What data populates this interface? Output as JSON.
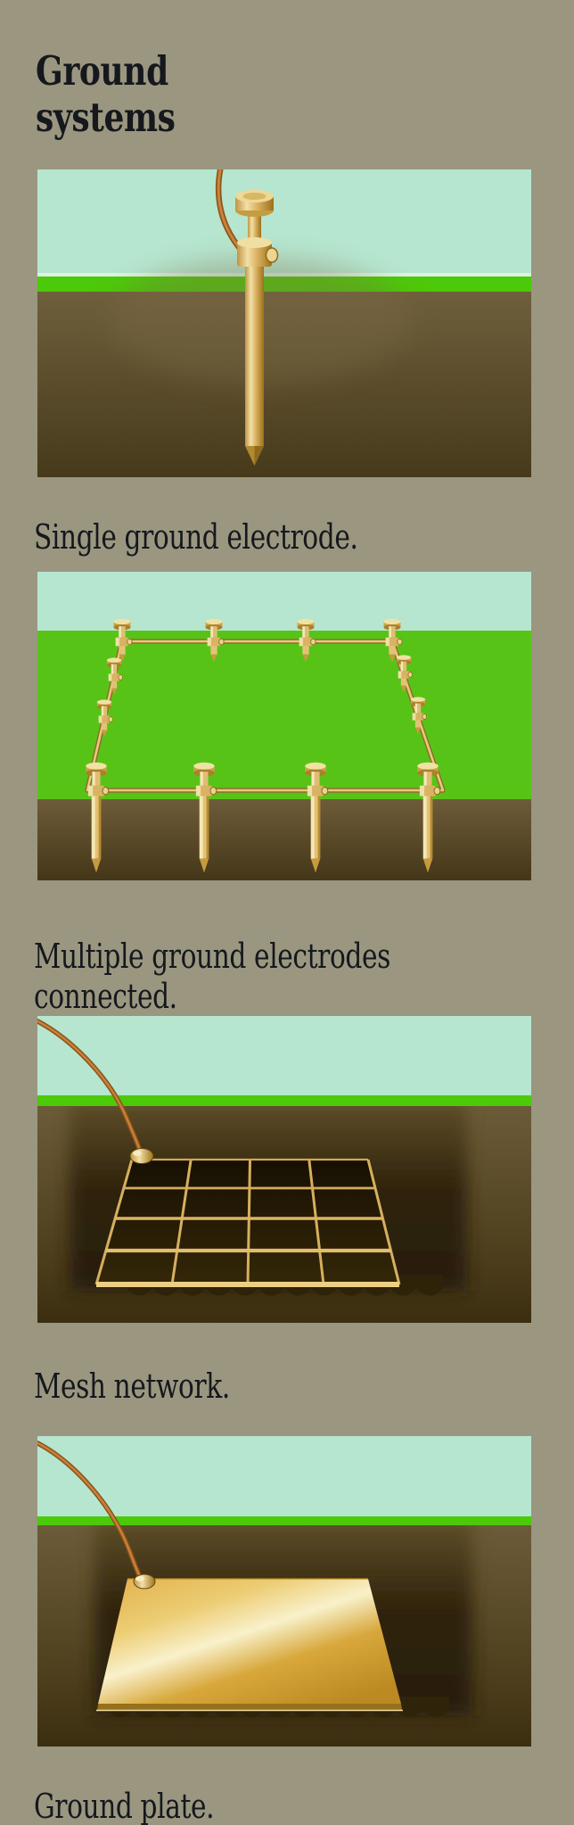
{
  "title": "Ground systems",
  "panels": [
    {
      "id": "single-ground-electrode",
      "caption": "Single ground electrode.",
      "illustration": "ground-rod-icon"
    },
    {
      "id": "multiple-ground-electrodes",
      "caption": "Multiple ground electrodes connected.",
      "illustration": "electrode-perimeter-icon"
    },
    {
      "id": "mesh-network",
      "caption": "Mesh network.",
      "illustration": "buried-mesh-grid-icon"
    },
    {
      "id": "ground-plate",
      "caption": "Ground plate.",
      "illustration": "buried-plate-icon"
    }
  ],
  "colors": {
    "background": "#9a9680",
    "text": "#15181c",
    "sky": "#b6e6cf",
    "grass": "#4cc908",
    "field-green": "#58c317",
    "soil-light": "#6e5d3a",
    "soil-dark": "#443618",
    "pit-dark": "#261c07",
    "brass-light": "#f2e2a8",
    "brass": "#dcb566",
    "brass-dark": "#a07419",
    "copper-wire": "#a9682a"
  }
}
